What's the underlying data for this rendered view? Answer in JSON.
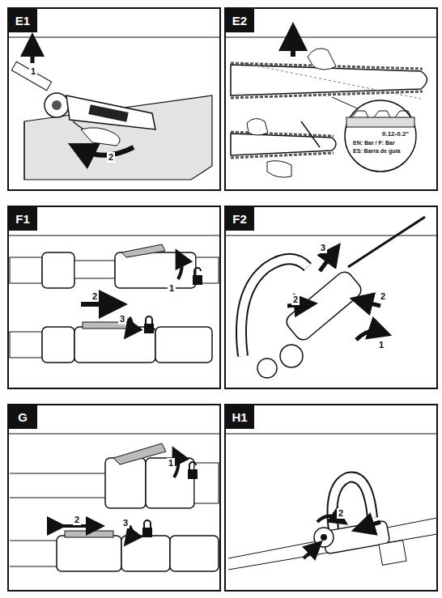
{
  "diagram": {
    "nodes": [
      {
        "text": [
          "E1"
        ]
      },
      {
        "text": [
          "E2"
        ]
      },
      {
        "text": [
          "F1"
        ]
      },
      {
        "text": [
          "F2"
        ]
      },
      {
        "text": [
          "G"
        ]
      },
      {
        "text": [
          "H1"
        ]
      }
    ],
    "labels": [
      "1",
      "2",
      "0.12-0.2\"",
      "EN: Bar / F: Bar",
      "ES: Barra de guía",
      "1",
      "2",
      "3",
      "3",
      "2",
      "2",
      "1",
      "1",
      "2",
      "3",
      "2"
    ]
  }
}
